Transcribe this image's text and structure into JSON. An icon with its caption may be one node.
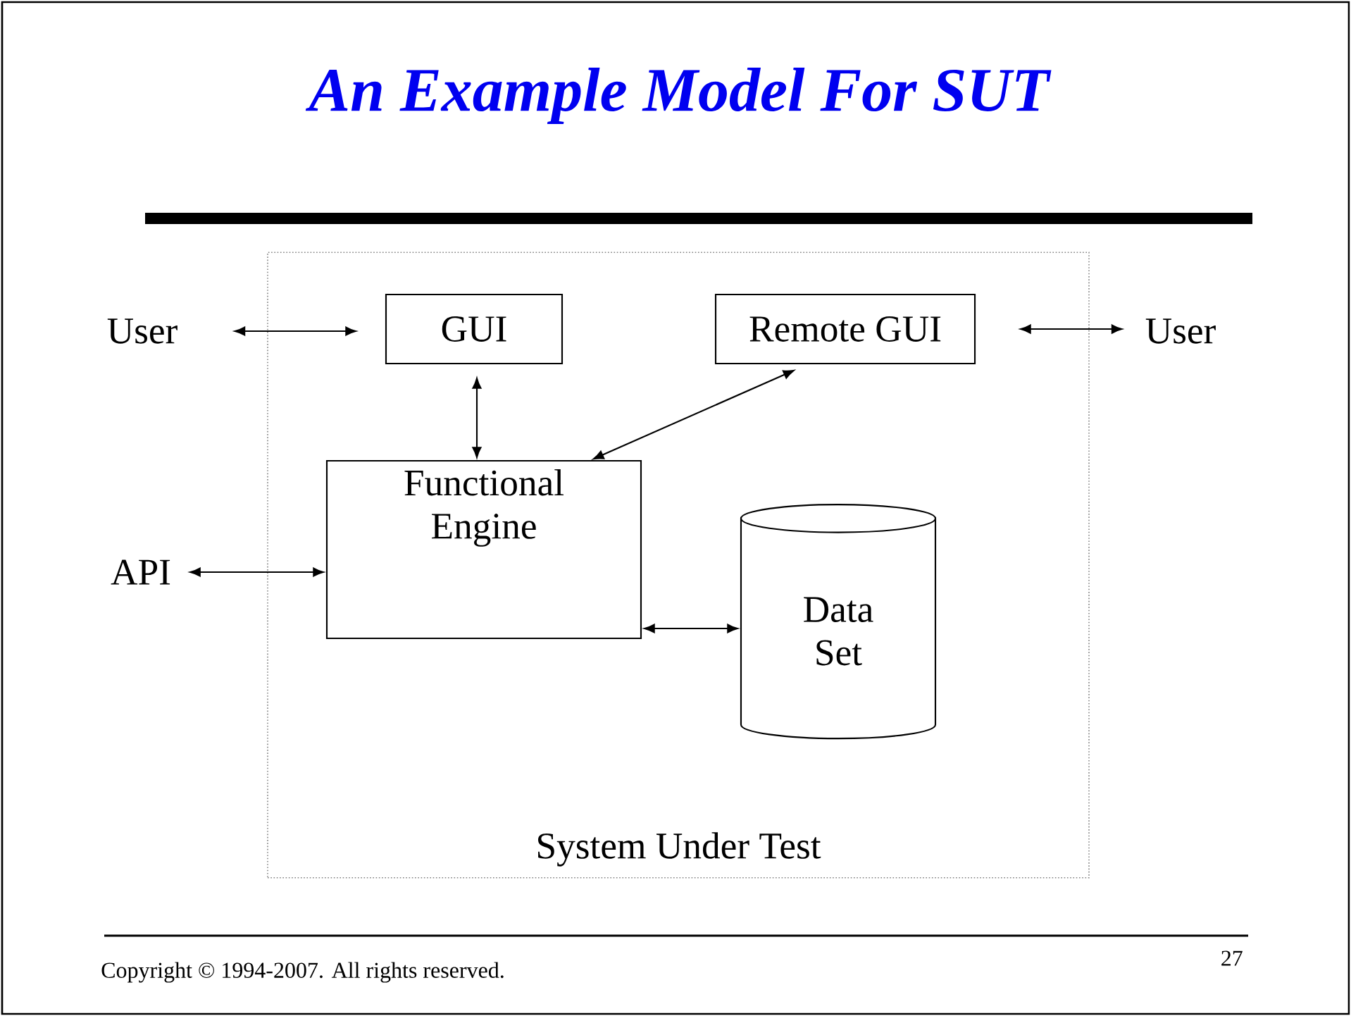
{
  "diagram": {
    "title": "An Example Model For SUT",
    "nodes": [
      {
        "text": [
          "System Under Test"
        ]
      },
      {
        "text": [
          "User"
        ]
      },
      {
        "text": [
          "GUI"
        ],
        "in": 0
      },
      {
        "text": [
          "Remote GUI"
        ],
        "in": 0
      },
      {
        "text": [
          "User"
        ]
      },
      {
        "text": [
          "API"
        ]
      },
      {
        "text": [
          "Functional Engine"
        ],
        "in": 0
      },
      {
        "text": [
          "Data Set"
        ],
        "in": 0
      }
    ],
    "edges": [
      {
        "from": 1,
        "to": 2,
        "arrow": "both"
      },
      {
        "from": 3,
        "to": 4,
        "arrow": "both"
      },
      {
        "from": 2,
        "to": 6,
        "arrow": "both"
      },
      {
        "from": 3,
        "to": 6,
        "arrow": "both"
      },
      {
        "from": 5,
        "to": 6,
        "arrow": "both"
      },
      {
        "from": 6,
        "to": 7,
        "arrow": "both"
      }
    ],
    "labels": [
      "Copyright © 1994-2007. All rights reserved.",
      "27"
    ]
  }
}
